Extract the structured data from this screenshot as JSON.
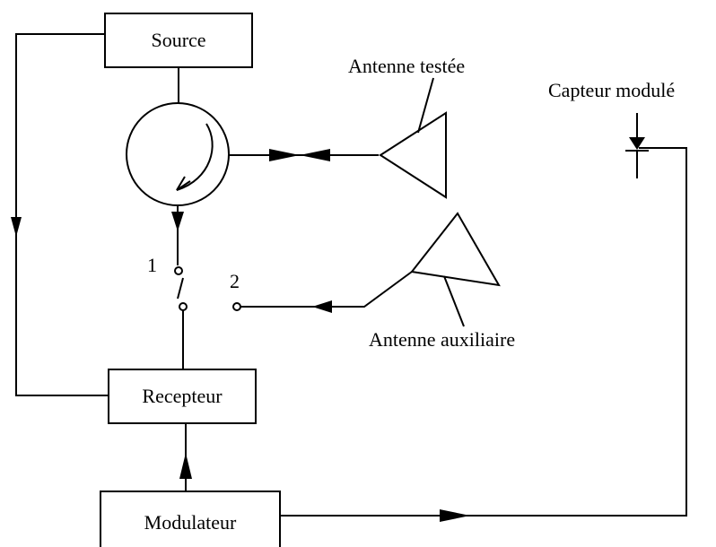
{
  "blocks": {
    "source": "Source",
    "recepteur": "Recepteur",
    "modulateur": "Modulateur"
  },
  "labels": {
    "antenne_testee": "Antenne testée",
    "antenne_auxiliaire": "Antenne auxiliaire",
    "capteur_module": "Capteur modulé",
    "switch_pos_1": "1",
    "switch_pos_2": "2"
  },
  "colors": {
    "stroke": "#000000",
    "background": "#ffffff"
  }
}
